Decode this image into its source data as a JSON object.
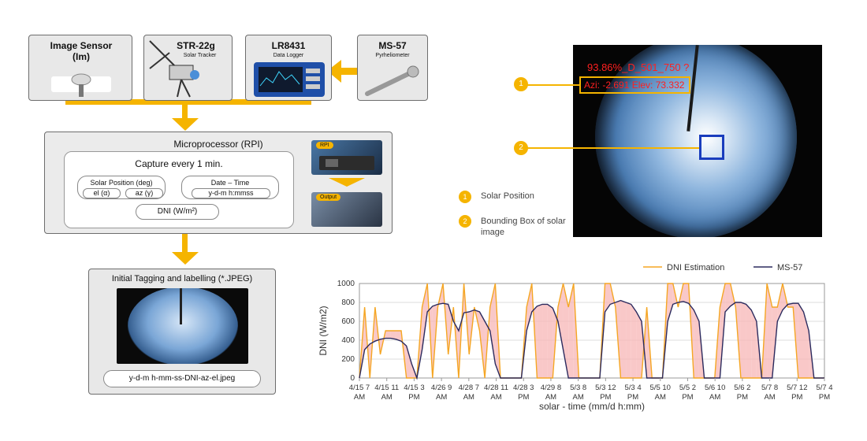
{
  "devices": {
    "image_sensor": {
      "title": "Image Sensor (Im)"
    },
    "tracker": {
      "title": "STR-22g",
      "subtitle": "Solar Tracker"
    },
    "logger": {
      "title": "LR8431",
      "subtitle": "Data Logger"
    },
    "pyrheliometer": {
      "title": "MS-57",
      "subtitle": "Pyrheliometer"
    }
  },
  "microprocessor": {
    "title": "Microprocessor (RPI)",
    "capture": "Capture every 1 min.",
    "solar_position_label": "Solar Position (deg)",
    "el": "el (α)",
    "az": "az (γ)",
    "datetime_label": "Date – Time",
    "datetime_format": "y-d-m h:mmss",
    "dni": "DNI (W/m²)",
    "rpi_badge": "RPI",
    "output_badge": "Output"
  },
  "tagging": {
    "title": "Initial Tagging and labelling (*.JPEG)",
    "filename": "y-d-m h-mm-ss-DNI-az-el.jpeg"
  },
  "sky_image": {
    "overlay_line1": "93.86%_D_501_750 ?",
    "overlay_line2": "Azi: -2.691 Elev: 73.332",
    "marker1": "1",
    "marker2": "2"
  },
  "legend_items": [
    {
      "num": "1",
      "label": "Solar Position"
    },
    {
      "num": "2",
      "label": "Bounding Box of solar image"
    }
  ],
  "colors": {
    "accent": "#f5b400",
    "dni_estimation": "#f5a623",
    "ms57": "#2b2a5e",
    "error_fill": "#f7b6b6"
  },
  "chart_data": {
    "type": "line",
    "xlabel": "solar - time (mm/d h:mm)",
    "ylabel": "DNI (W/m2)",
    "ylim": [
      0,
      1000
    ],
    "yticks": [
      0,
      200,
      400,
      600,
      800,
      1000
    ],
    "xtick_labels": [
      "4/15 7 AM",
      "4/15 11 AM",
      "4/15 3 PM",
      "4/26 9 AM",
      "4/28 7 AM",
      "4/28 11 AM",
      "4/28 3 PM",
      "4/29 8 AM",
      "5/3 8 AM",
      "5/3 12 PM",
      "5/3 4 PM",
      "5/5 10 AM",
      "5/5 2 PM",
      "5/6 10 AM",
      "5/6 2 PM",
      "5/7 8 AM",
      "5/7 12 PM",
      "5/7 4 PM"
    ],
    "legend_position": "top-right",
    "grid": true,
    "series": [
      {
        "name": "DNI Estimation",
        "values": [
          0,
          750,
          0,
          750,
          250,
          500,
          500,
          500,
          500,
          0,
          0,
          0,
          750,
          1000,
          0,
          750,
          1000,
          250,
          750,
          0,
          1000,
          250,
          750,
          500,
          0,
          750,
          1000,
          0,
          0,
          0,
          0,
          0,
          750,
          1000,
          0,
          0,
          0,
          0,
          750,
          1000,
          750,
          1000,
          0,
          0,
          0,
          0,
          0,
          1000,
          1000,
          750,
          0,
          0,
          0,
          0,
          0,
          750,
          0,
          0,
          0,
          1000,
          1000,
          750,
          1000,
          1000,
          0,
          0,
          0,
          0,
          0,
          750,
          1000,
          1000,
          750,
          0,
          0,
          0,
          0,
          0,
          1000,
          750,
          750,
          1000,
          750,
          750,
          0,
          0,
          0,
          0,
          0,
          0
        ]
      },
      {
        "name": "MS-57",
        "values": [
          0,
          300,
          360,
          390,
          410,
          420,
          420,
          410,
          390,
          340,
          150,
          0,
          300,
          700,
          760,
          780,
          790,
          780,
          600,
          500,
          690,
          700,
          720,
          700,
          600,
          500,
          150,
          0,
          0,
          0,
          0,
          0,
          500,
          700,
          760,
          780,
          780,
          740,
          600,
          300,
          0,
          0,
          0,
          0,
          0,
          0,
          0,
          700,
          780,
          800,
          820,
          800,
          780,
          700,
          600,
          0,
          0,
          0,
          0,
          600,
          780,
          800,
          810,
          790,
          720,
          600,
          0,
          0,
          0,
          0,
          700,
          760,
          800,
          800,
          780,
          720,
          600,
          0,
          0,
          0,
          600,
          720,
          780,
          790,
          790,
          700,
          500,
          0,
          0,
          0
        ]
      }
    ]
  }
}
